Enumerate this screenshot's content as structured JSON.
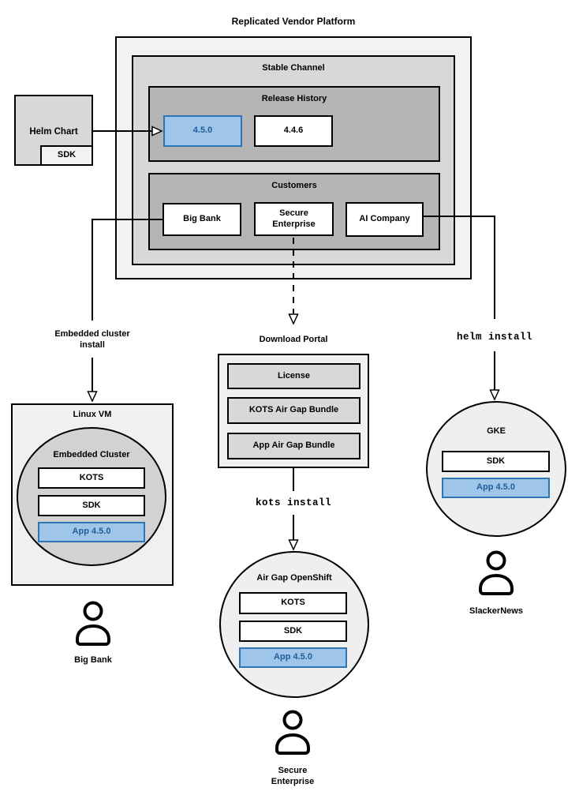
{
  "title": "Replicated Vendor Platform",
  "colors": {
    "highlight_fill": "#9fc5e8",
    "highlight_border": "#2e75b6",
    "highlight_text": "#1f5d9e"
  },
  "platform": {
    "stable_channel_label": "Stable Channel",
    "release_history": {
      "label": "Release History",
      "current_release": "4.5.0",
      "previous_release": "4.4.6"
    },
    "customers": {
      "label": "Customers",
      "big_bank": "Big Bank",
      "secure_enterprise": "Secure Enterprise",
      "ai_company": "AI Company"
    }
  },
  "helm_chart": {
    "label": "Helm Chart",
    "sdk": "SDK"
  },
  "left_flow": {
    "arrow_label": "Embedded cluster install",
    "vm": {
      "label": "Linux VM",
      "cluster_label": "Embedded Cluster",
      "kots": "KOTS",
      "sdk": "SDK",
      "app": "App 4.5.0"
    },
    "user": "Big Bank"
  },
  "middle_flow": {
    "portal": {
      "label": "Download Portal",
      "license": "License",
      "kots_bundle": "KOTS Air Gap Bundle",
      "app_bundle": "App Air Gap Bundle"
    },
    "command": "kots install",
    "cluster": {
      "label": "Air Gap OpenShift",
      "kots": "KOTS",
      "sdk": "SDK",
      "app": "App 4.5.0"
    },
    "user": "Secure Enterprise"
  },
  "right_flow": {
    "command": "helm install",
    "cluster": {
      "label": "GKE",
      "sdk": "SDK",
      "app": "App 4.5.0"
    },
    "user": "SlackerNews"
  }
}
